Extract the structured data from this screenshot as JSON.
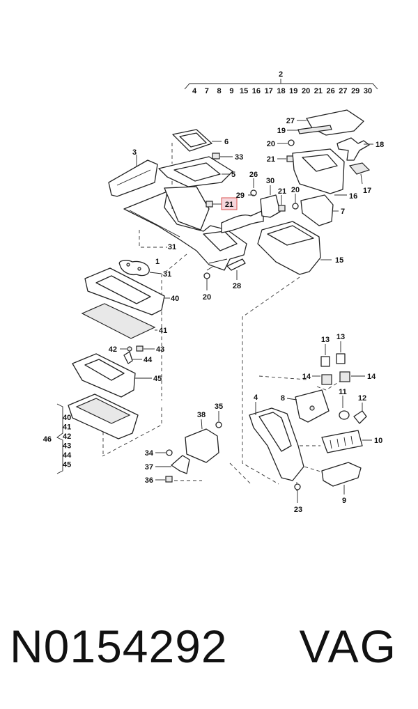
{
  "diagram": {
    "group_2": {
      "number": "2",
      "members": [
        "4",
        "7",
        "8",
        "9",
        "15",
        "16",
        "17",
        "18",
        "19",
        "20",
        "21",
        "26",
        "27",
        "29",
        "30"
      ]
    },
    "group_46": {
      "number": "46",
      "members": [
        "40",
        "41",
        "42",
        "43",
        "44",
        "45"
      ]
    },
    "highlighted_callout": "21",
    "callouts": {
      "c3": "3",
      "c6": "6",
      "c33": "33",
      "c5": "5",
      "c26": "26",
      "c29": "29",
      "c21a": "21",
      "c30": "30",
      "c21b": "21",
      "c20a": "20",
      "c27": "27",
      "c19": "19",
      "c20b": "20",
      "c21c": "21",
      "c18": "18",
      "c17": "17",
      "c16": "16",
      "c7": "7",
      "c15": "15",
      "c31a": "31",
      "c1": "1",
      "c31b": "31",
      "c20c": "20",
      "c28": "28",
      "c40": "40",
      "c41": "41",
      "c42": "42",
      "c43": "43",
      "c44": "44",
      "c45": "45",
      "c13a": "13",
      "c13b": "13",
      "c14a": "14",
      "c14b": "14",
      "c4": "4",
      "c8": "8",
      "c11": "11",
      "c12": "12",
      "c10": "10",
      "c35": "35",
      "c38": "38",
      "c34": "34",
      "c37": "37",
      "c36": "36",
      "c9": "9",
      "c23": "23"
    }
  },
  "footer": {
    "part_number": "N0154292",
    "brand": "VAG"
  }
}
